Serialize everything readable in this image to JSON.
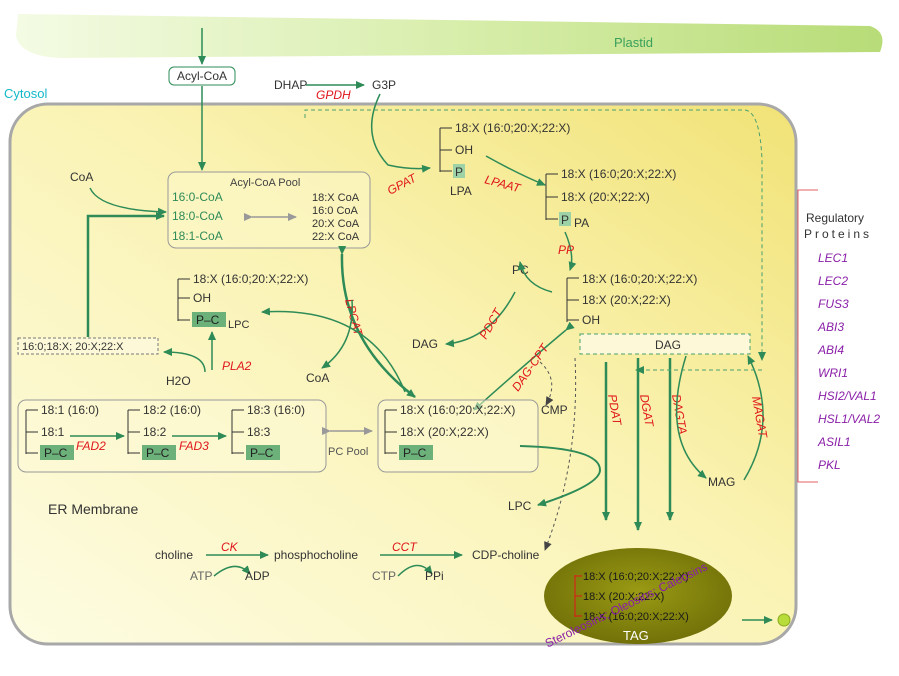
{
  "compartments": {
    "plastid": "Plastid",
    "cytosol": "Cytosol",
    "er_membrane": "ER Membrane"
  },
  "metabolites": {
    "acyl_coa": "Acyl-CoA",
    "dhap": "DHAP",
    "g3p": "G3P",
    "coa_top": "CoA",
    "coa_mid": "CoA",
    "h2o": "H2O",
    "pc": "PC",
    "dag_left": "DAG",
    "dag_box": "DAG",
    "cmp": "CMP",
    "lpc_bottom": "LPC",
    "mag": "MAG",
    "choline": "choline",
    "phosphocholine": "phosphocholine",
    "cdp_choline": "CDP-choline",
    "atp": "ATP",
    "adp": "ADP",
    "ctp": "CTP",
    "ppi": "PPi",
    "tag": "TAG",
    "free_fa": "16:0;18:X; 20:X;22:X"
  },
  "enzymes": {
    "gpdh": "GPDH",
    "gpat": "GPAT",
    "lpaat": "LPAAT",
    "pp": "PP",
    "lpcat": "LPCAT",
    "pdct": "PDCT",
    "dag_cpt": "DAG-CPT",
    "pla2": "PLA2",
    "fad2": "FAD2",
    "fad3": "FAD3",
    "pdat": "PDAT",
    "dgat": "DGAT",
    "dagta": "DAGTA",
    "magat": "MAGAT",
    "ck": "CK",
    "cct": "CCT"
  },
  "acyl_pool": {
    "title": "Acyl-CoA Pool",
    "left": [
      "16:0-CoA",
      "18:0-CoA",
      "18:1-CoA"
    ],
    "right": [
      "18:X CoA",
      "16:0 CoA",
      "20:X CoA",
      "22:X CoA"
    ]
  },
  "lpa": {
    "chain": "18:X (16:0;20:X;22:X)",
    "oh": "OH",
    "p": "P",
    "label": "LPA"
  },
  "pa": {
    "chain1": "18:X (16:0;20:X;22:X)",
    "chain2": "18:X (20:X;22:X)",
    "p": "P",
    "label": "PA"
  },
  "dag_center": {
    "chain1": "18:X (16:0;20:X;22:X)",
    "chain2": "18:X (20:X;22:X)",
    "oh": "OH"
  },
  "lpc_struct": {
    "chain": "18:X (16:0;20:X;22:X)",
    "oh": "OH",
    "pc": "P–C",
    "label": "LPC"
  },
  "pc_pool": {
    "label": "PC Pool",
    "pc1": {
      "chain1": "18:1 (16:0)",
      "chain2": "18:1",
      "pc": "P–C"
    },
    "pc2": {
      "chain1": "18:2 (16:0)",
      "chain2": "18:2",
      "pc": "P–C"
    },
    "pc3": {
      "chain1": "18:3 (16:0)",
      "chain2": "18:3",
      "pc": "P–C"
    },
    "pcx": {
      "chain1": "18:X (16:0;20:X;22:X)",
      "chain2": "18:X (20:X;22:X)",
      "pc": "P–C"
    }
  },
  "tag_chains": [
    "18:X (16:0;20:X;22:X)",
    "18:X (20:X;22:X)",
    "18:X (16:0;20:X;22:X)"
  ],
  "oil_body_proteins": "Steroleosins; Oleosins; Caleosins",
  "regulatory": {
    "title1": "Regulatory",
    "title2": "Proteins",
    "items": [
      "LEC1",
      "LEC2",
      "FUS3",
      "ABI3",
      "ABI4",
      "WRI1",
      "HSI2/VAL1",
      "HSL1/VAL2",
      "ASIL1",
      "PKL"
    ]
  },
  "colors": {
    "arrow": "#2e8b57",
    "enzyme": "#e0161b",
    "regulatory": "#8a1fa8",
    "cytosol_label": "#14b8c8",
    "plastid_label": "#3aa05a",
    "tag_fill": "#8c8c10"
  }
}
